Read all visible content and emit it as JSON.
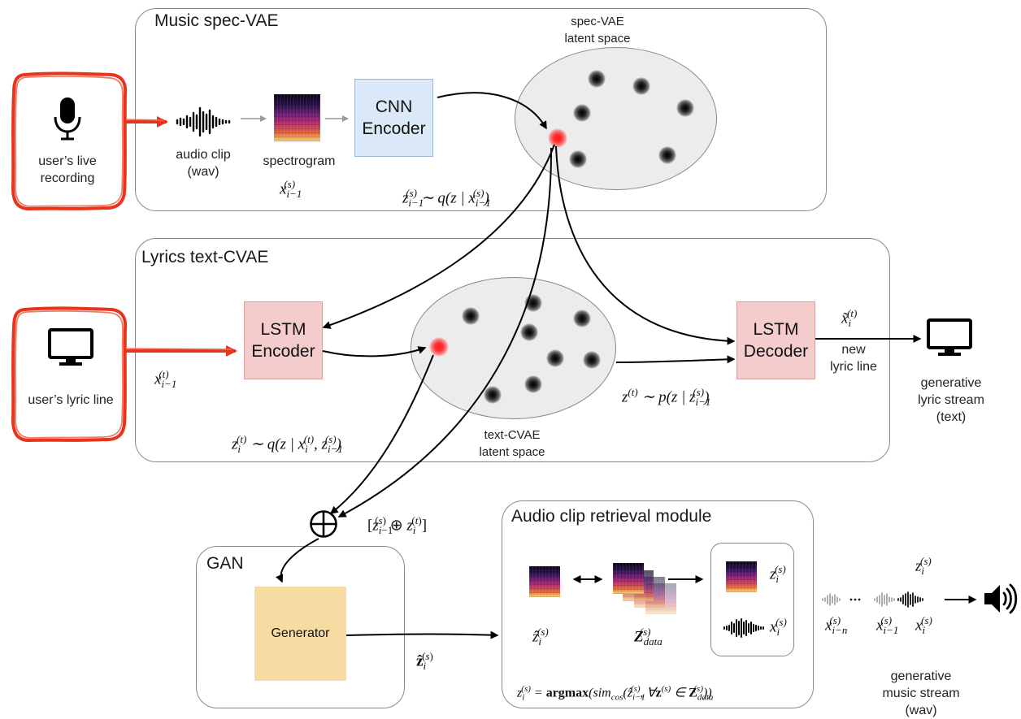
{
  "panels": {
    "music_vae": {
      "title": "Music spec-VAE",
      "latent_label": "spec-VAE\nlatent space",
      "audio_clip_label": "audio clip\n(wav)",
      "spectrogram_label": "spectrogram",
      "encoder_label": "CNN\nEncoder"
    },
    "lyrics_cvae": {
      "title": "Lyrics text-CVAE",
      "encoder_label": "LSTM\nEncoder",
      "decoder_label": "LSTM\nDecoder",
      "latent_label": "text-CVAE\nlatent space",
      "new_line_label": "new\nlyric line"
    },
    "gan": {
      "title": "GAN",
      "generator_label": "Generator"
    },
    "retrieval": {
      "title": "Audio clip retrieval module"
    }
  },
  "inputs": {
    "recording_label": "user’s live\nrecording",
    "lyric_label": "user’s lyric line"
  },
  "outputs": {
    "lyric_stream_label": "generative\nlyric stream\n(text)",
    "music_stream_label": "generative\nmusic stream\n(wav)"
  },
  "colors": {
    "input_frame": "#e8341c",
    "encoder_blue": "#dbe8f8",
    "encoder_pink": "#f4cccc",
    "generator": "#f6dba3",
    "latent_space": "#ececec"
  },
  "icons": [
    "microphone-icon",
    "monitor-icon",
    "waveform-icon",
    "speaker-icon",
    "spectrogram-image",
    "direct-sum-icon"
  ]
}
